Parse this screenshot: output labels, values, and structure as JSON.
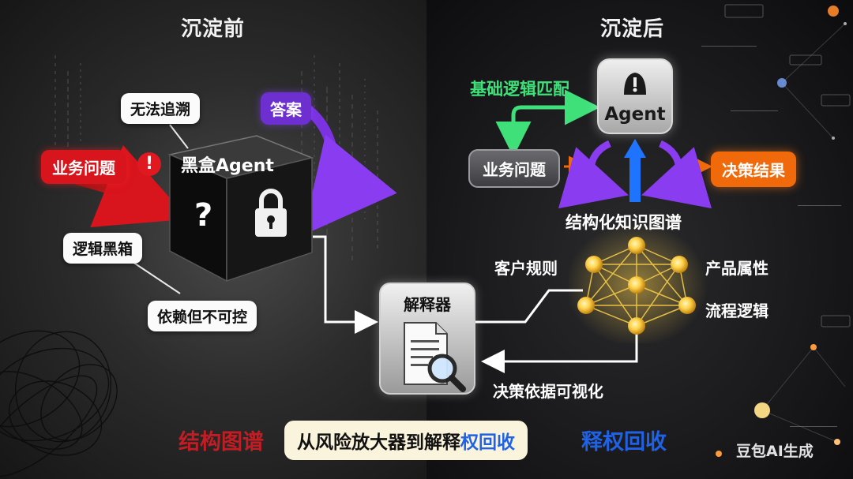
{
  "left": {
    "title": "沉淀前",
    "box_label": "黑盒Agent",
    "unknown_symbol": "?",
    "tag_untraceable": "无法追溯",
    "tag_business_issue": "业务问题",
    "exclaim": "!",
    "tag_answer": "答案",
    "tag_logic_blackbox": "逻辑黑箱",
    "tag_dependent": "依赖但不可控"
  },
  "center": {
    "interpreter_label": "解释器"
  },
  "right": {
    "title": "沉淀后",
    "agent_label": "Agent",
    "basic_match": "基础逻辑匹配",
    "business_issue": "业务问题",
    "decision_result": "决策结果",
    "graph_title": "结构化知识图谱",
    "customer_rules": "客户规则",
    "product_attrs": "产品属性",
    "process_logic": "流程逻辑",
    "decision_visual": "决策依据可视化"
  },
  "bottom": {
    "left_text": "结构图谱",
    "mid_text_a": "从风险放大器到解释",
    "mid_text_b": "权回收",
    "right_text": "释权回收",
    "watermark": "豆包AI生成"
  },
  "colors": {
    "red": "#d8141c",
    "purple": "#6d2fd0",
    "green": "#3fe07a",
    "orange": "#f06a0c",
    "blue": "#1f62e6",
    "gold": "#ffd24a"
  }
}
